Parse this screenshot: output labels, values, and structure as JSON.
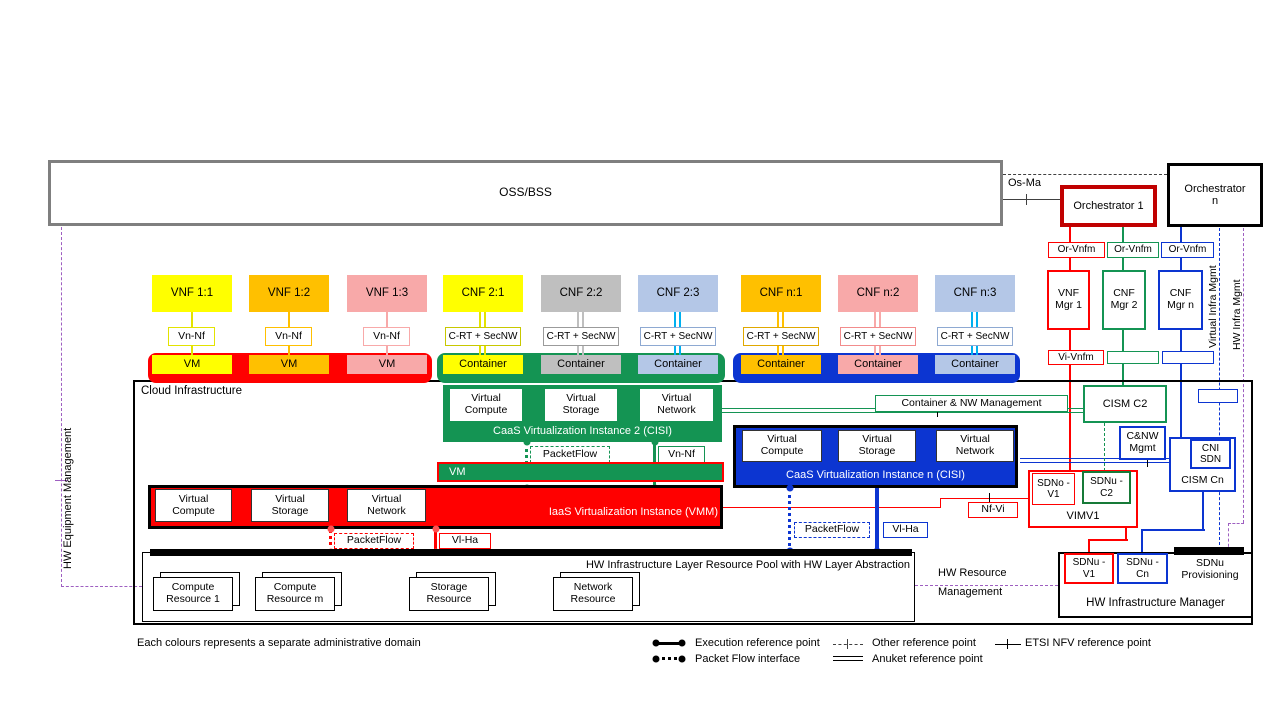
{
  "colors": {
    "red": "#FF0000",
    "dark_red": "#C00000",
    "green": "#149453",
    "dark_green": "#177A38",
    "blue": "#0C35D1",
    "cyan": "#00B0F0",
    "yellow": "#FFFF00",
    "orange": "#FFC000",
    "pink": "#F8A9A9",
    "gray": "#BFBFBF",
    "light_blue": "#B4C7E7",
    "purple": "#9E5FC1",
    "oss_border": "#7F7F7F"
  },
  "top": {
    "oss": "OSS/BSS",
    "os_ma": "Os-Ma",
    "orchestrator_1": "Orchestrator 1",
    "orchestrator_n": "Orchestrator n"
  },
  "managers": {
    "or_vnfm_1": "Or-Vnfm",
    "or_vnfm_2": "Or-Vnfm",
    "or_vnfm_n": "Or-Vnfm",
    "vnf_mgr_1": "VNF Mgr 1",
    "cnf_mgr_2": "CNF Mgr 2",
    "cnf_mgr_n": "CNF Mgr n",
    "vi_vnfm": "Vi-Vnfm"
  },
  "columns": [
    {
      "nf": "VNF 1:1",
      "ref": "Vn-Nf",
      "host": "VM"
    },
    {
      "nf": "VNF 1:2",
      "ref": "Vn-Nf",
      "host": "VM"
    },
    {
      "nf": "VNF 1:3",
      "ref": "Vn-Nf",
      "host": "VM"
    },
    {
      "nf": "CNF 2:1",
      "ref": "C-RT + SecNW",
      "host": "Container"
    },
    {
      "nf": "CNF 2:2",
      "ref": "C-RT + SecNW",
      "host": "Container"
    },
    {
      "nf": "CNF 2:3",
      "ref": "C-RT + SecNW",
      "host": "Container"
    },
    {
      "nf": "CNF n:1",
      "ref": "C-RT + SecNW",
      "host": "Container"
    },
    {
      "nf": "CNF n:2",
      "ref": "C-RT + SecNW",
      "host": "Container"
    },
    {
      "nf": "CNF n:3",
      "ref": "C-RT + SecNW",
      "host": "Container"
    }
  ],
  "cloud": {
    "title": "Cloud  Infrastructure",
    "caas2": {
      "compute": "Virtual Compute",
      "storage": "Virtual Storage",
      "network": "Virtual Network",
      "label": "CaaS Virtualization Instance 2 (CISI)",
      "packetflow": "PacketFlow",
      "vn_nf": "Vn-Nf"
    },
    "vm_bar": "VM",
    "iaas": {
      "compute": "Virtual Compute",
      "storage": "Virtual Storage",
      "network": "Virtual Network",
      "label": "IaaS Virtualization Instance (VMM)",
      "packetflow": "PacketFlow",
      "vl_ha": "Vl-Ha"
    },
    "caasn": {
      "compute": "Virtual Compute",
      "storage": "Virtual Storage",
      "network": "Virtual Network",
      "label": "CaaS Virtualization Instance n (CISI)",
      "packetflow": "PacketFlow",
      "vl_ha": "Vl-Ha"
    },
    "container_nw_mgmt": "Container & NW  Management",
    "cism_c2": "CISM C2",
    "cnw_mgmt": "C&NW Mgmt",
    "cni_sdn": "CNI SDN",
    "cism_cn": "CISM Cn",
    "sdno_v1": "SDNo -V1",
    "sdnu_c2": "SDNu -C2",
    "vimv1": "VIMV1",
    "nf_vi": "Nf-Vi",
    "pool_label": "HW Infrastructure Layer Resource Pool with HW Layer Abstraction",
    "resources": [
      "Compute Resource 1",
      "Compute Resource m",
      "Storage Resource",
      "Network Resource"
    ],
    "hwim": {
      "sdnu_v1": "SDNu -V1",
      "sdnu_cn": "SDNu -Cn",
      "sdnu_prov": "SDNu Provisioning",
      "label": "HW Infrastructure Manager"
    }
  },
  "mgmt": {
    "hw_resource_1": "HW Resource",
    "hw_resource_2": "Management",
    "hw_equipment": "HW Equipment Management",
    "virtual_infra": "Virtual Infra Mgmt",
    "hw_infra": "HW Infra Mgmt"
  },
  "legend": {
    "note": "Each colours represents a separate administrative domain",
    "execution": "Execution reference point",
    "packet_flow": "Packet Flow interface",
    "other": "Other reference point",
    "anuket": "Anuket reference point",
    "etsi": "ETSI NFV reference point"
  }
}
